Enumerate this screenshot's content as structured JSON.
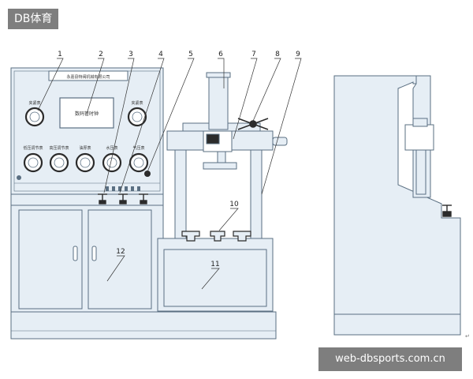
{
  "watermark_top": "DB体育",
  "watermark_bottom": "web-dbsports.com.cn",
  "nameplate": "永嘉县特阀机械有限公司",
  "display_label": "数码管时钟",
  "gauges": {
    "top_left": "夹紧表",
    "top_right": "夹紧表",
    "row": [
      "低压调节表",
      "高压调节表",
      "油厚表",
      "水压表",
      "气压表"
    ]
  },
  "callouts": [
    "1",
    "2",
    "3",
    "4",
    "5",
    "6",
    "7",
    "8",
    "9",
    "10",
    "11",
    "12"
  ],
  "palette": {
    "line": "#5a6f82",
    "fill": "#e6eef5",
    "frame": "#2b2b2b",
    "leader": "#333333"
  }
}
